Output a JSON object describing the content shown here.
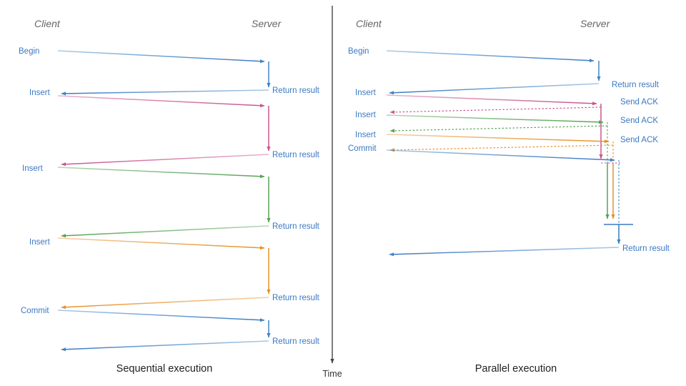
{
  "colors": {
    "blue": "#4285c5",
    "blue_dark": "#3b78c3",
    "pink": "#c9568f",
    "green": "#57a355",
    "orange": "#e8912a",
    "gray_axis": "#444444",
    "lane_title": "#666666",
    "caption": "#222222"
  },
  "time_axis": {
    "label": "Time"
  },
  "panels": [
    {
      "id": "sequential",
      "caption": "Sequential execution",
      "client_title": "Client",
      "server_title": "Server",
      "messages": [
        {
          "label": "Begin",
          "color_key": "blue",
          "reply": "Return result"
        },
        {
          "label": "Insert",
          "color_key": "pink",
          "reply": "Return result"
        },
        {
          "label": "Insert",
          "color_key": "green",
          "reply": "Return result"
        },
        {
          "label": "Insert",
          "color_key": "orange",
          "reply": "Return result"
        },
        {
          "label": "Commit",
          "color_key": "blue",
          "reply": "Return result"
        }
      ]
    },
    {
      "id": "parallel",
      "caption": "Parallel execution",
      "client_title": "Client",
      "server_title": "Server",
      "messages": [
        {
          "label": "Begin",
          "color_key": "blue",
          "reply": "Return result"
        },
        {
          "label": "Insert",
          "color_key": "pink",
          "reply": "Send ACK"
        },
        {
          "label": "Insert",
          "color_key": "green",
          "reply": "Send ACK"
        },
        {
          "label": "Insert",
          "color_key": "orange",
          "reply": "Send ACK"
        },
        {
          "label": "Commit",
          "color_key": "blue",
          "reply": "Return result"
        }
      ]
    }
  ],
  "labels": {
    "p0_client_0": "Begin",
    "p0_client_1": "Insert",
    "p0_client_2": "Insert",
    "p0_client_3": "Insert",
    "p0_client_4": "Commit",
    "p0_server_0": "Return result",
    "p0_server_1": "Return result",
    "p0_server_2": "Return result",
    "p0_server_3": "Return result",
    "p0_server_4": "Return result",
    "p0_caption": "Sequential execution",
    "p0_client_title": "Client",
    "p0_server_title": "Server",
    "p1_client_0": "Begin",
    "p1_client_1": "Insert",
    "p1_client_2": "Insert",
    "p1_client_3": "Insert",
    "p1_client_4": "Commit",
    "p1_server_0": "Return result",
    "p1_server_1": "Send ACK",
    "p1_server_2": "Send ACK",
    "p1_server_3": "Send ACK",
    "p1_server_4": "Return result",
    "p1_caption": "Parallel execution",
    "p1_client_title": "Client",
    "p1_server_title": "Server",
    "time_axis": "Time"
  }
}
